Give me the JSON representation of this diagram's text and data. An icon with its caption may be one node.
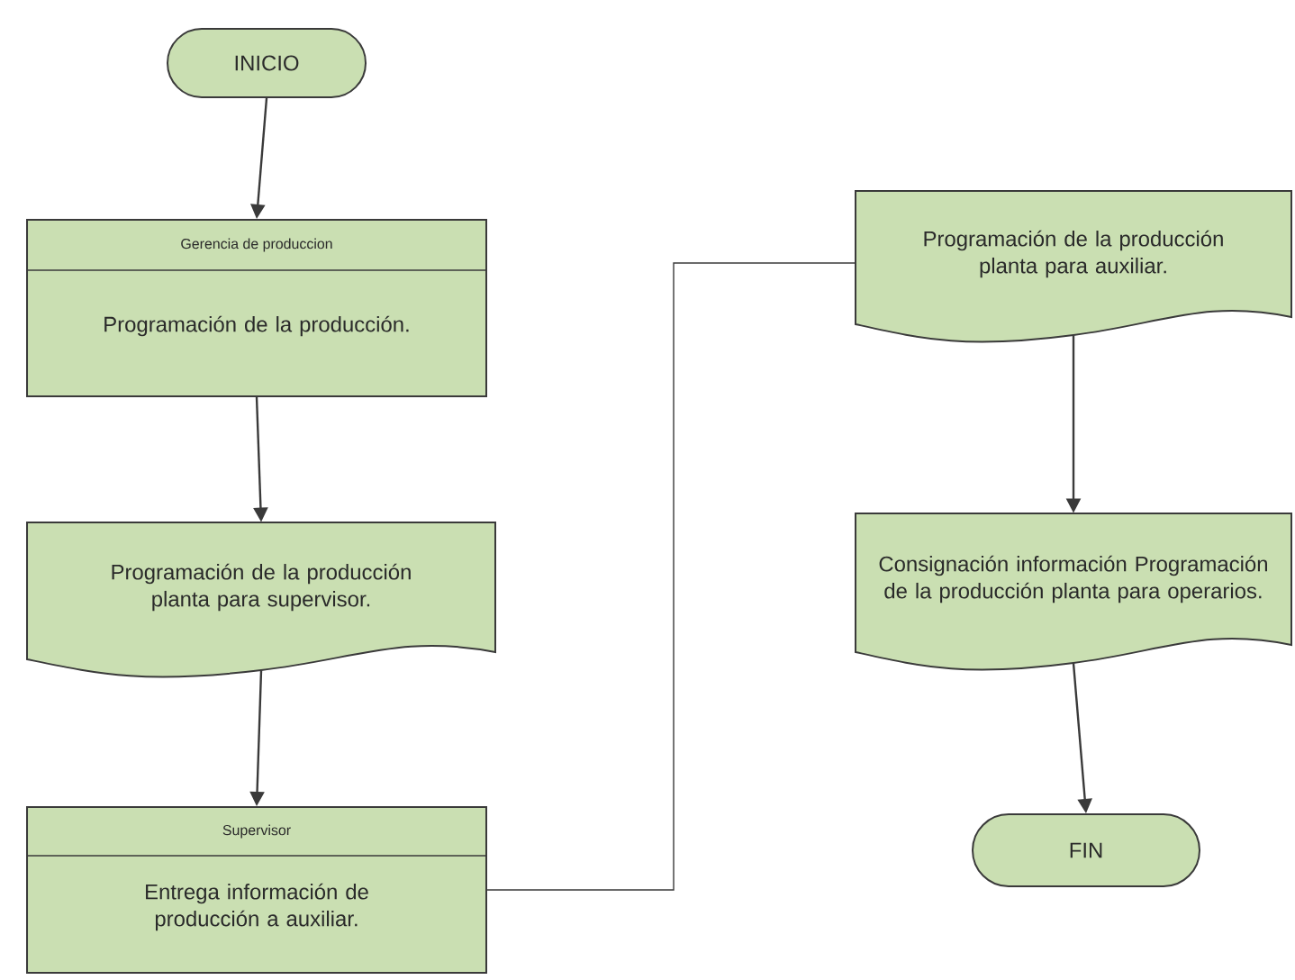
{
  "diagram": {
    "nodes": [
      {
        "text": [
          "INICIO"
        ]
      },
      {
        "text": [
          "Gerencia de produccion",
          "Programación de la producción."
        ]
      },
      {
        "text": [
          "Programación de la producción planta para supervisor."
        ]
      },
      {
        "text": [
          "Supervisor",
          "Entrega información de producción a auxiliar."
        ]
      },
      {
        "text": [
          "Programación de la producción planta para auxiliar."
        ]
      },
      {
        "text": [
          "Consignación información Programación de la producción planta para operarios."
        ]
      },
      {
        "text": [
          "FIN"
        ]
      }
    ],
    "edges": [
      {
        "from": 0,
        "to": 1,
        "arrow": "to"
      },
      {
        "from": 1,
        "to": 2,
        "arrow": "to"
      },
      {
        "from": 2,
        "to": 3,
        "arrow": "to"
      },
      {
        "from": 3,
        "to": 4,
        "arrow": "none"
      },
      {
        "from": 4,
        "to": 5,
        "arrow": "to"
      },
      {
        "from": 5,
        "to": 6,
        "arrow": "to"
      }
    ]
  }
}
